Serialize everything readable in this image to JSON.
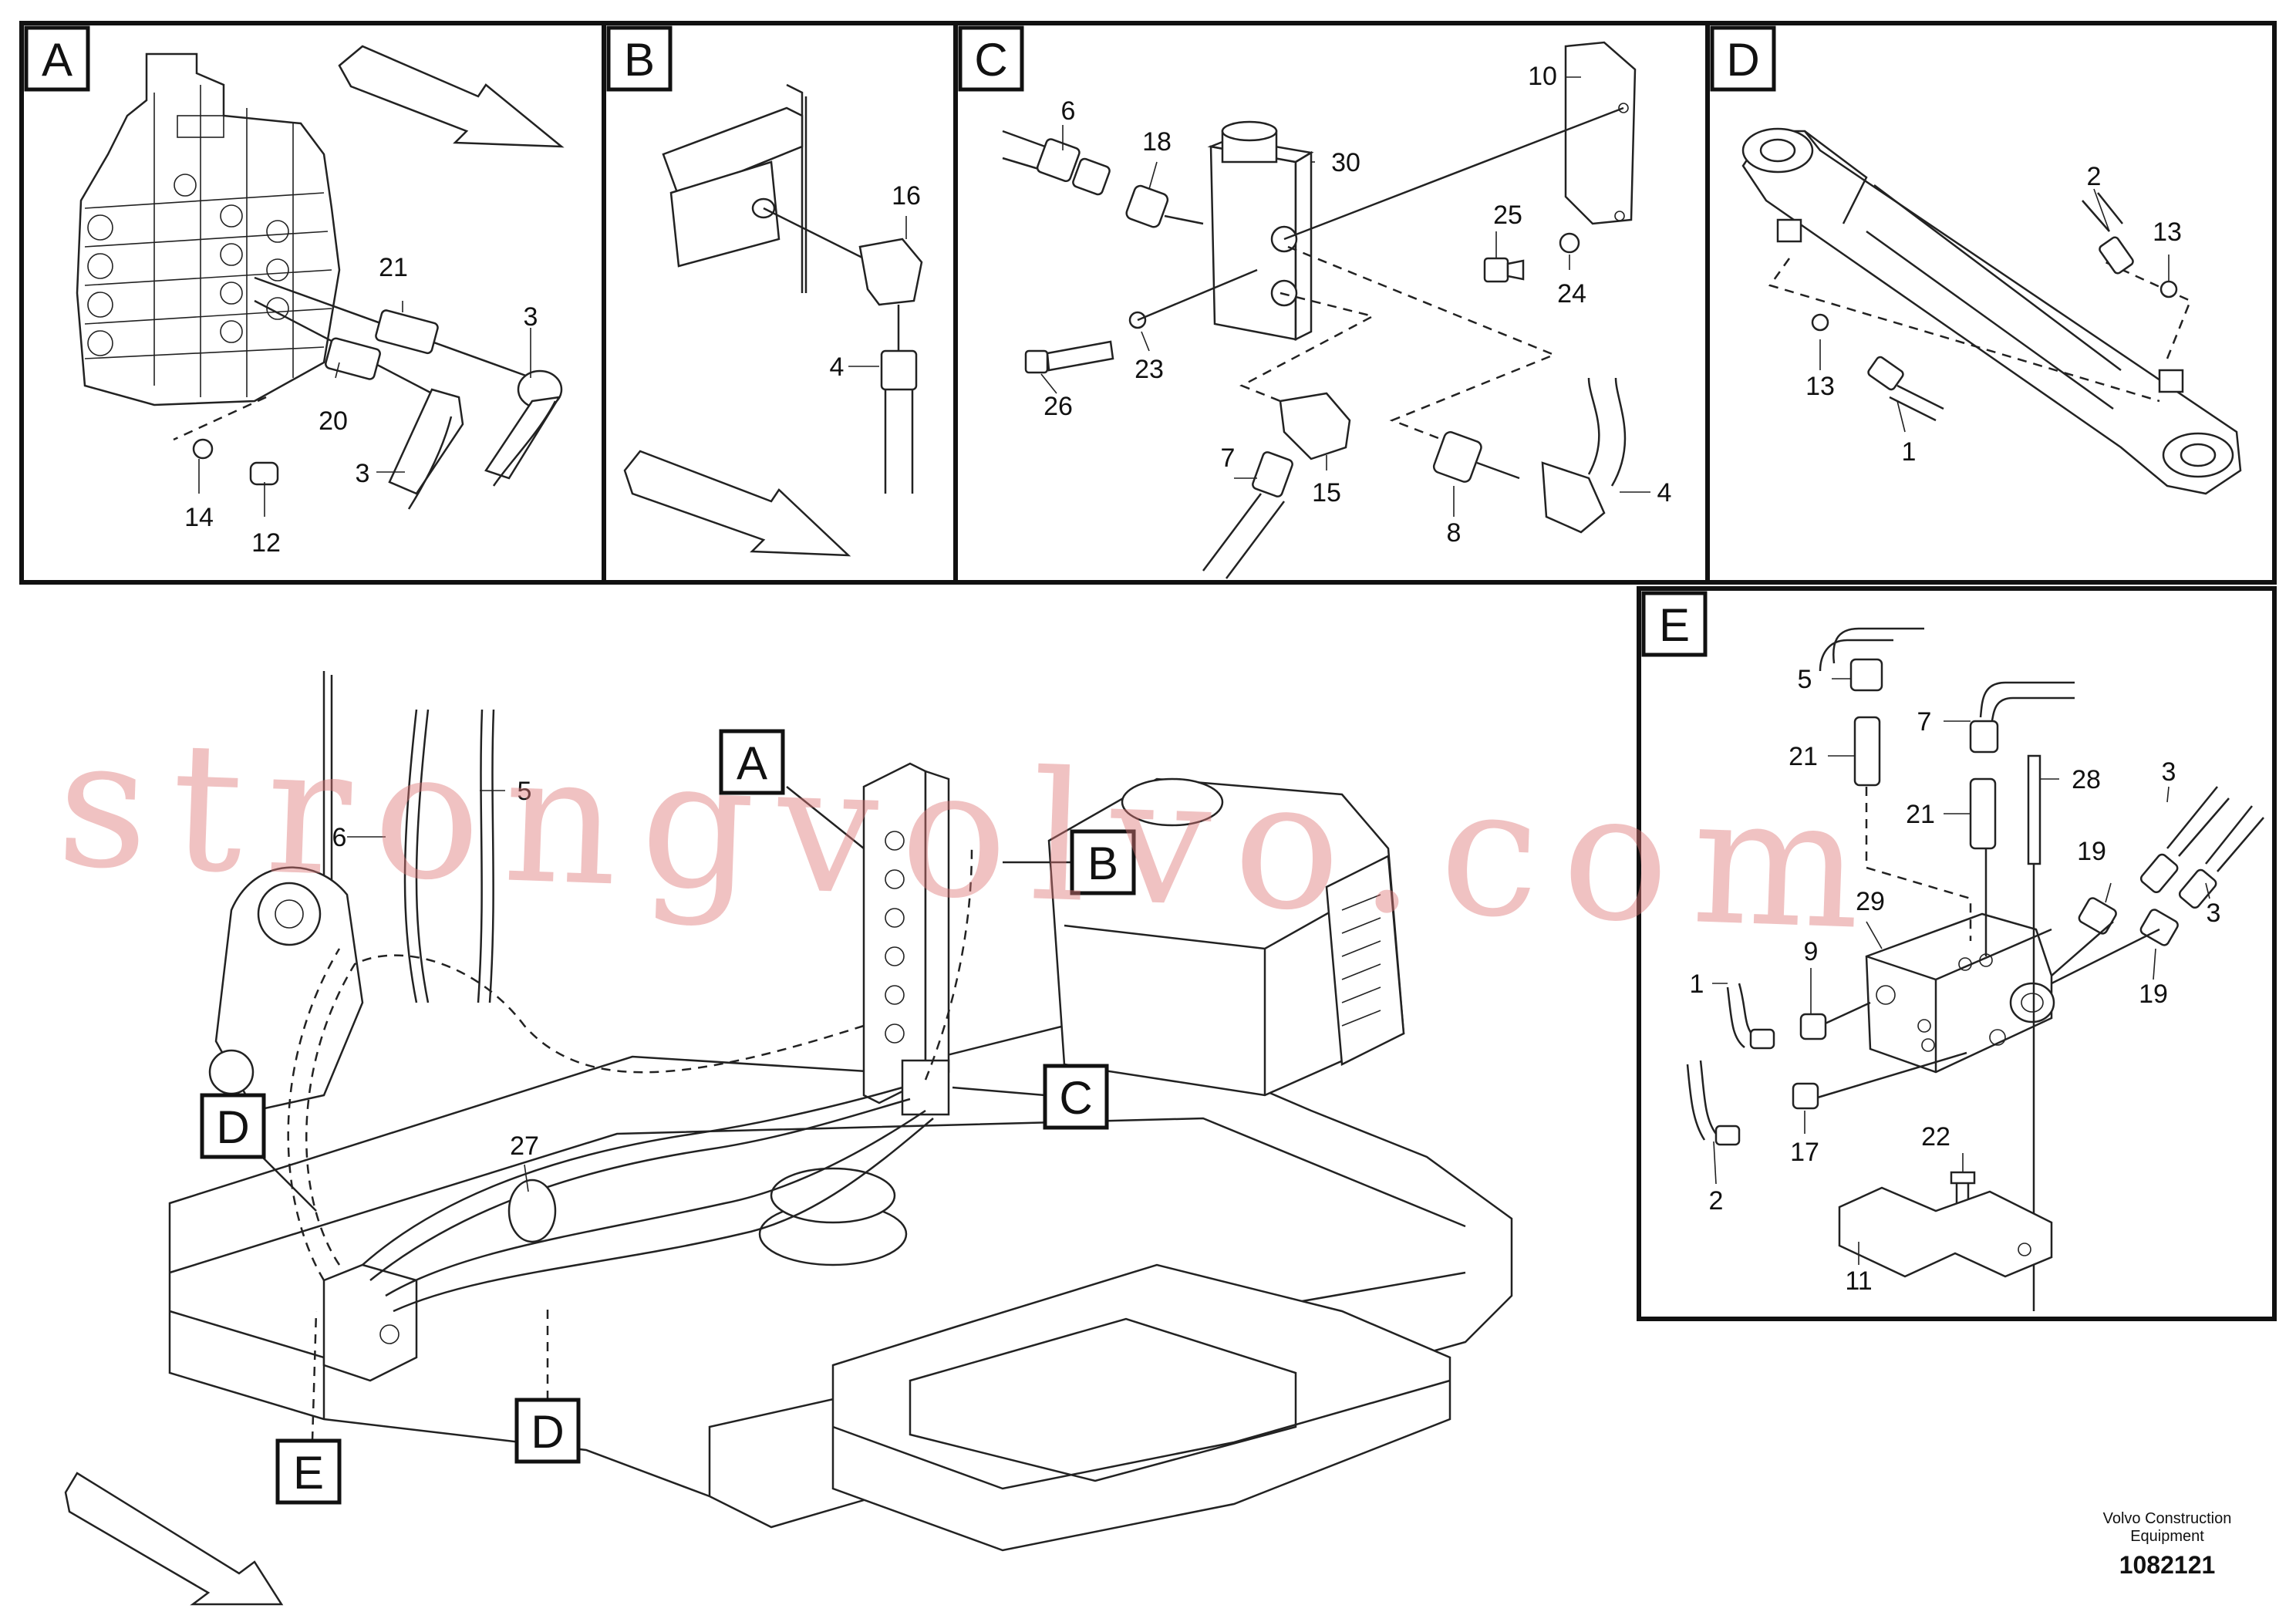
{
  "panels": {
    "A": {
      "tag": "A",
      "labels": {
        "l21": "21",
        "l3a": "3",
        "l20": "20",
        "l3b": "3",
        "l14": "14",
        "l12": "12"
      }
    },
    "B": {
      "tag": "B",
      "labels": {
        "l16": "16",
        "l4": "4"
      }
    },
    "C": {
      "tag": "C",
      "labels": {
        "l6": "6",
        "l18": "18",
        "l30": "30",
        "l10": "10",
        "l25": "25",
        "l24": "24",
        "l26": "26",
        "l23": "23",
        "l7": "7",
        "l15": "15",
        "l8": "8",
        "l4": "4"
      }
    },
    "D": {
      "tag": "D",
      "labels": {
        "l2": "2",
        "l13a": "13",
        "l13b": "13",
        "l1": "1"
      }
    },
    "E": {
      "tag": "E",
      "labels": {
        "l5": "5",
        "l7": "7",
        "l21a": "21",
        "l28": "28",
        "l21b": "21",
        "l3a": "3",
        "l19a": "19",
        "l3b": "3",
        "l29": "29",
        "l9": "9",
        "l1": "1",
        "l19b": "19",
        "l22": "22",
        "l17": "17",
        "l2": "2",
        "l11": "11"
      }
    }
  },
  "main": {
    "labels": {
      "l5": "5",
      "l6": "6",
      "l27": "27"
    },
    "callouts": {
      "A": "A",
      "B": "B",
      "C": "C",
      "D1": "D",
      "D2": "D",
      "E": "E"
    }
  },
  "watermark": "strongvolvo.com",
  "footer": {
    "line1": "Volvo Construction",
    "line2": "Equipment",
    "number": "1082121"
  }
}
